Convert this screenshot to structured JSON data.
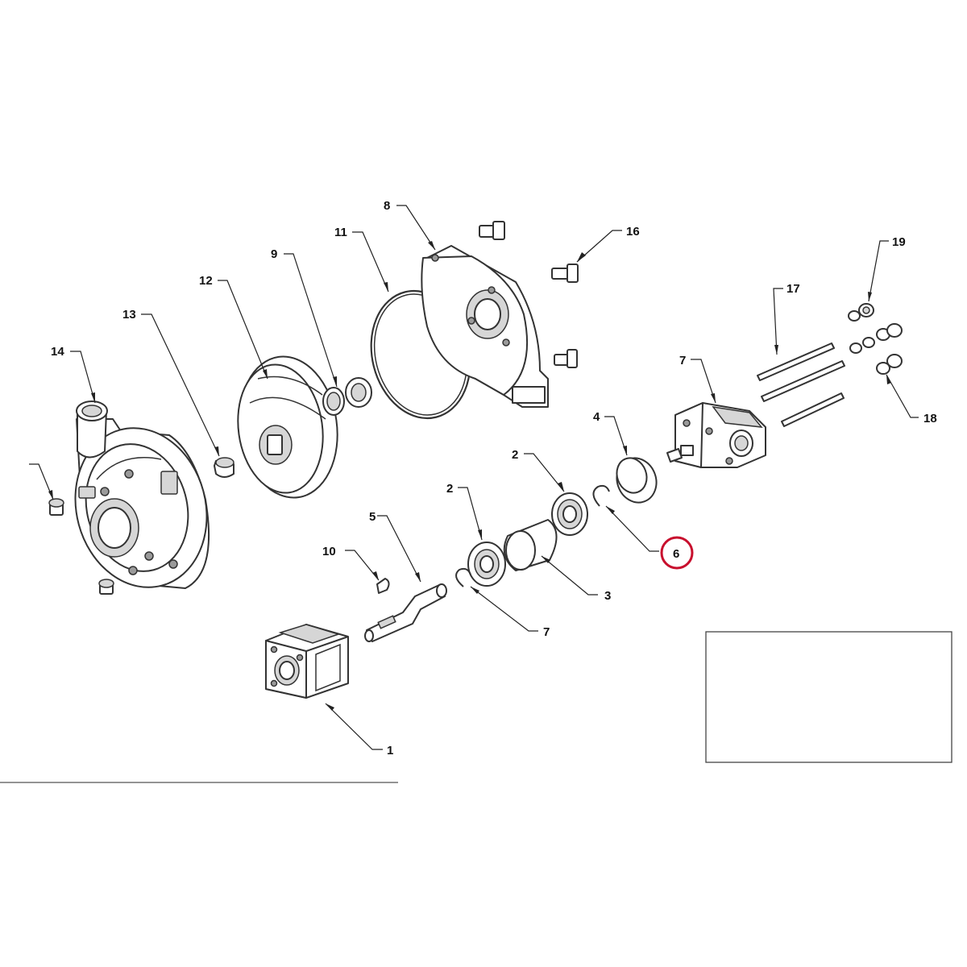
{
  "callouts": {
    "c1": "1",
    "c2a": "2",
    "c2b": "2",
    "c3": "3",
    "c4": "4",
    "c5": "5",
    "c6": "6",
    "c7a": "7",
    "c7b": "7",
    "c8": "8",
    "c9": "9",
    "c10": "10",
    "c11": "11",
    "c12": "12",
    "c13": "13",
    "c14": "14",
    "c16": "16",
    "c17": "17",
    "c18": "18",
    "c19": "19"
  },
  "highlighted_callout": "6",
  "colors": {
    "highlight": "#c8102e",
    "line": "#333333"
  }
}
